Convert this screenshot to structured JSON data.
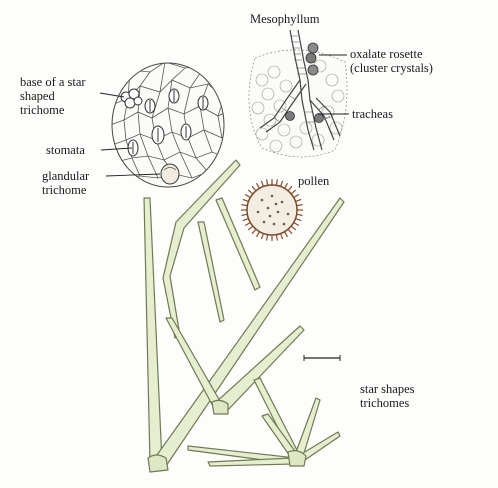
{
  "labels": {
    "mesophyllum": "Mesophyllum",
    "oxalate_rosette": "oxalate rosette\n(cluster crystals)",
    "tracheas": "tracheas",
    "base_star_trichome": "base of a star\nshaped\ntrichome",
    "stomata": "stomata",
    "glandular_trichome": "glandular\ntrichome",
    "pollen": "pollen",
    "star_shapes_trichomes": "star shapes\ntrichomes"
  },
  "colors": {
    "ink": "#2a2a2a",
    "trichome_fill": "#e7edcf",
    "trichome_stroke": "#6f7a55",
    "pollen_spines": "#8a4a2a",
    "pollen_body": "#f4ede2",
    "crystal": "#6a6a6a"
  }
}
